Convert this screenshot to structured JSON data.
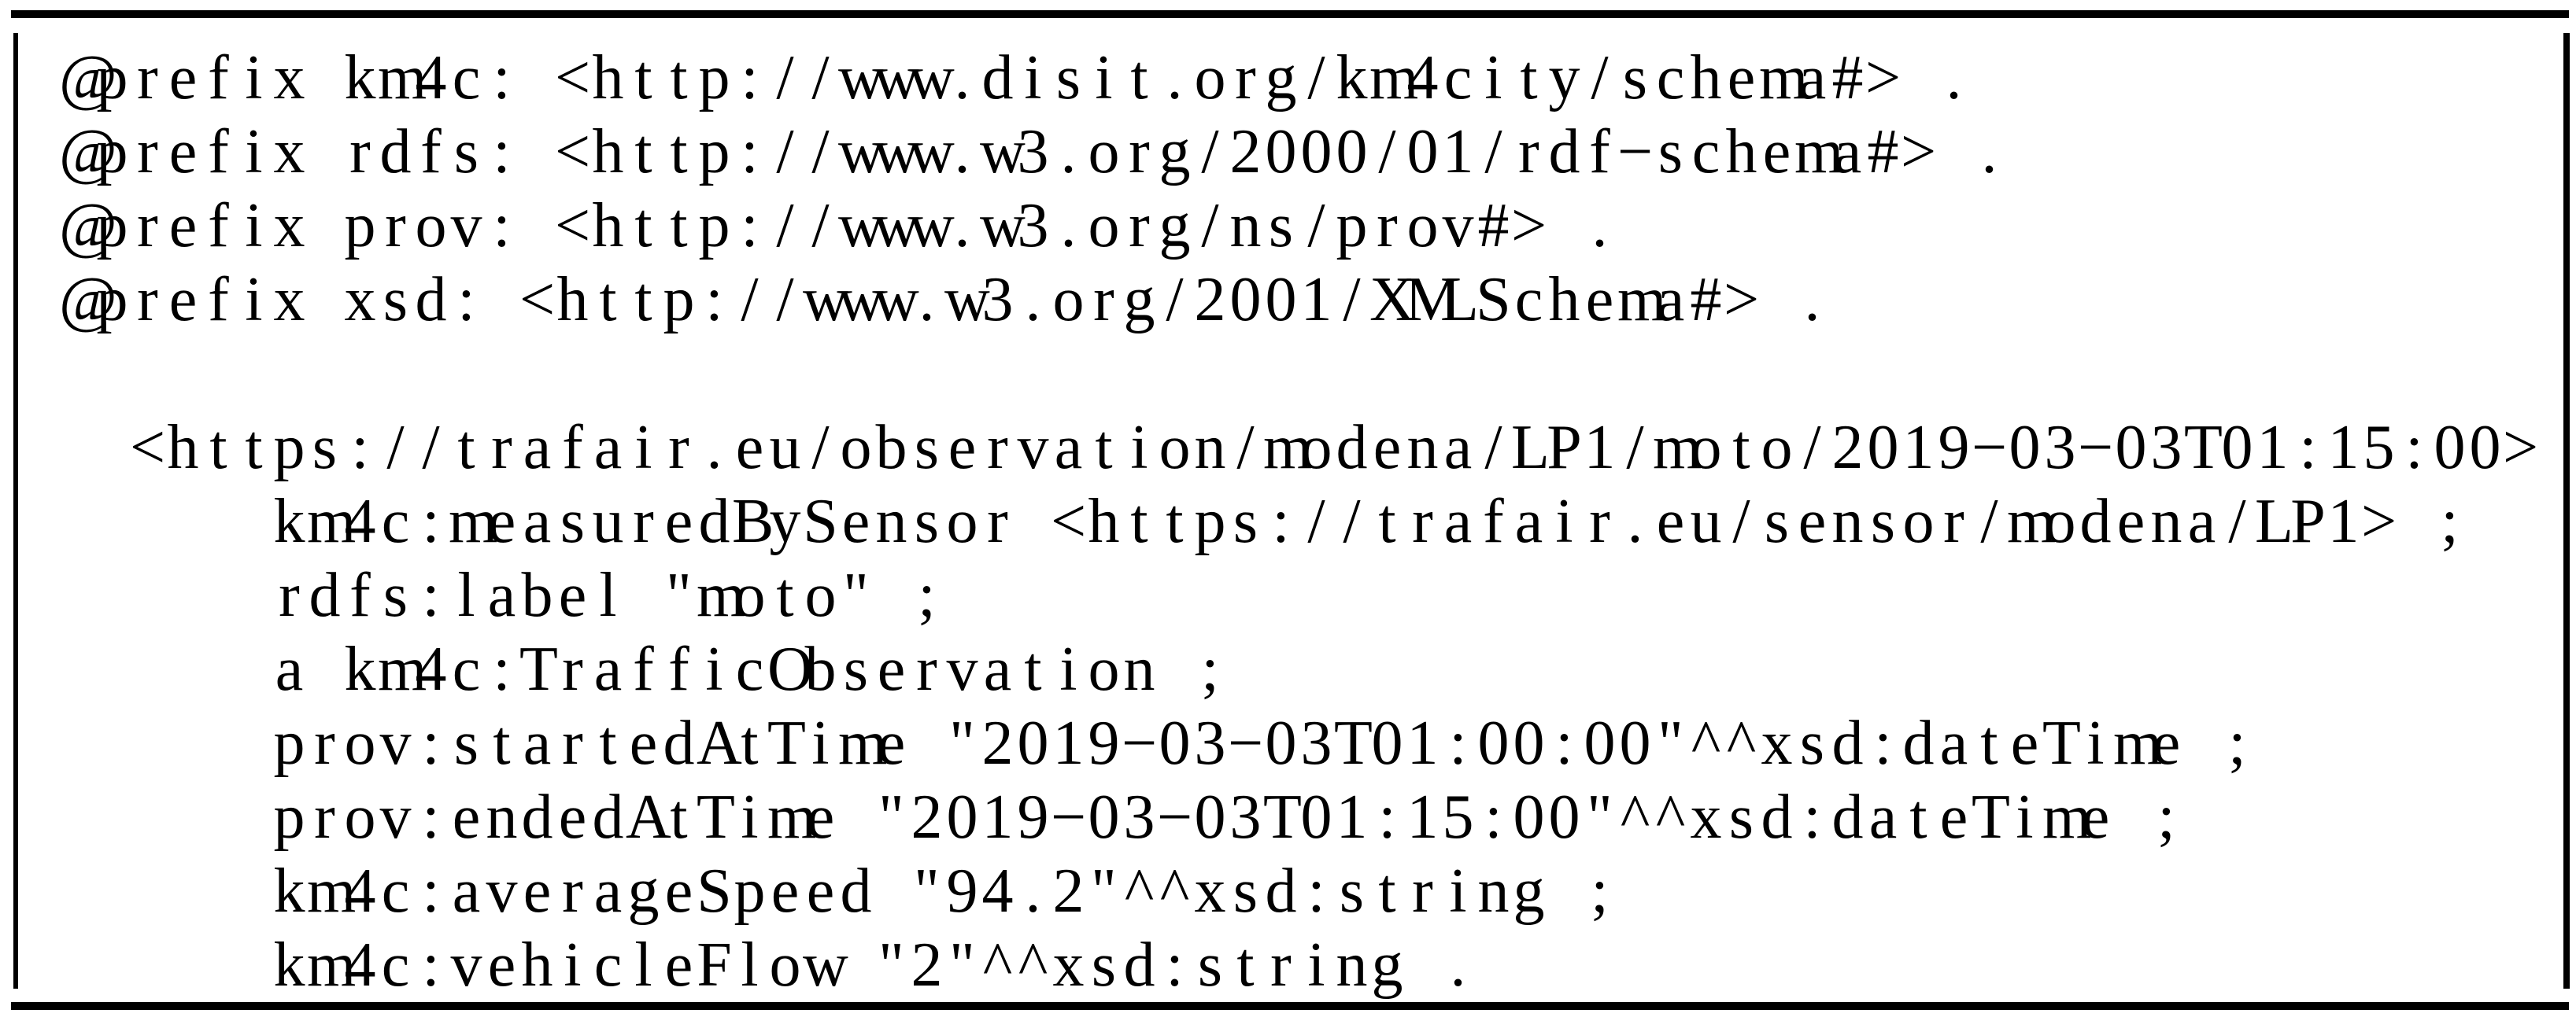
{
  "figure": {
    "kind": "code-listing",
    "language": "turtle-rdf"
  },
  "colors": {
    "background": "#ffffff",
    "text": "#000000",
    "border": "#000000"
  },
  "code": {
    "lines": [
      "@prefix km4c: <http://www.disit.org/km4city/schema#> .",
      "@prefix rdfs: <http://www.w3.org/2000/01/rdf-schema#> .",
      "@prefix prov: <http://www.w3.org/ns/prov#> .",
      "@prefix xsd: <http://www.w3.org/2001/XMLSchema#> .",
      "",
      "  <https://trafair.eu/observation/modena/LP1/moto/2019-03-03T01:15:00>",
      "      km4c:measuredBySensor <https://trafair.eu/sensor/modena/LP1> ;",
      "      rdfs:label \"moto\" ;",
      "      a km4c:TrafficObservation ;",
      "      prov:startedAtTime \"2019-03-03T01:00:00\"^^xsd:dateTime ;",
      "      prov:endedAtTime \"2019-03-03T01:15:00\"^^xsd:dateTime ;",
      "      km4c:averageSpeed \"94.2\"^^xsd:string ;",
      "      km4c:vehicleFlow \"2\"^^xsd:string ."
    ]
  }
}
